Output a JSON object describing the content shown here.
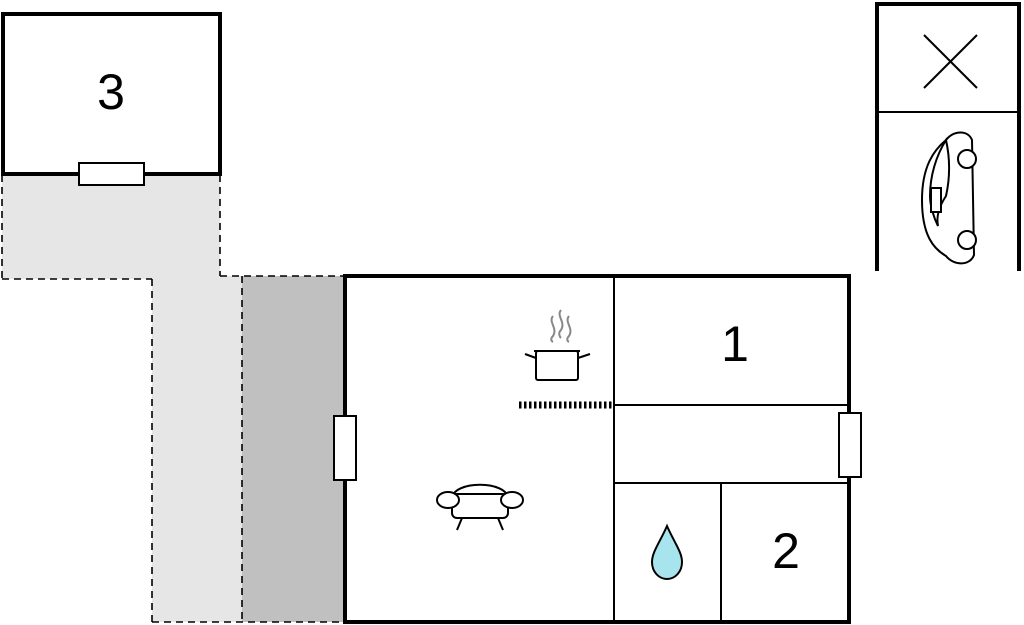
{
  "rooms": {
    "room1": {
      "label": "1"
    },
    "room2": {
      "label": "2"
    },
    "room3": {
      "label": "3"
    }
  },
  "icons": {
    "kitchen": "cooking-pot-icon",
    "living": "sofa-icon",
    "bathroom": "water-drop-icon",
    "parking": "car-icon",
    "carport": "cross-icon"
  },
  "colors": {
    "wall": "#000000",
    "terrace_light": "#e6e6e6",
    "terrace_dark": "#c0c0c0",
    "water_drop": "#a8e4ee"
  }
}
